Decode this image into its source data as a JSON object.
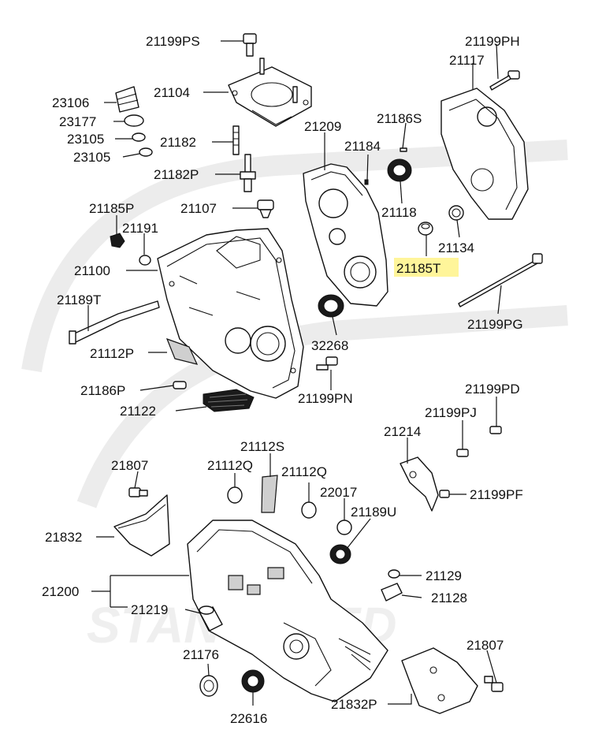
{
  "watermark": {
    "text": "STANCENED"
  },
  "colors": {
    "highlight": "#fff59a",
    "line": "#111111",
    "background": "#ffffff"
  },
  "labels": {
    "p21199PS": "21199PS",
    "p21199PH": "21199PH",
    "p21117": "21117",
    "p21104": "21104",
    "p23106": "23106",
    "p23177": "23177",
    "p23105a": "23105",
    "p23105b": "23105",
    "p21209": "21209",
    "p21186S": "21186S",
    "p21184": "21184",
    "p21182": "21182",
    "p21182P": "21182P",
    "p21118": "21118",
    "p21107": "21107",
    "p21185P": "21185P",
    "p21191": "21191",
    "p21134": "21134",
    "p21185T": "21185T",
    "p21100": "21100",
    "p21189T": "21189T",
    "p21199PG": "21199PG",
    "p32268": "32268",
    "p21112P": "21112P",
    "p21186P": "21186P",
    "p21199PN": "21199PN",
    "p21199PD": "21199PD",
    "p21122": "21122",
    "p21199PJ": "21199PJ",
    "p21214": "21214",
    "p21112S": "21112S",
    "p21807a": "21807",
    "p21112Qa": "21112Q",
    "p21112Qb": "21112Q",
    "p22017": "22017",
    "p21199PF": "21199PF",
    "p21189U": "21189U",
    "p21832": "21832",
    "p21129": "21129",
    "p21200": "21200",
    "p21128": "21128",
    "p21219": "21219",
    "p21176": "21176",
    "p21807b": "21807",
    "p22616": "22616",
    "p21832P": "21832P"
  }
}
